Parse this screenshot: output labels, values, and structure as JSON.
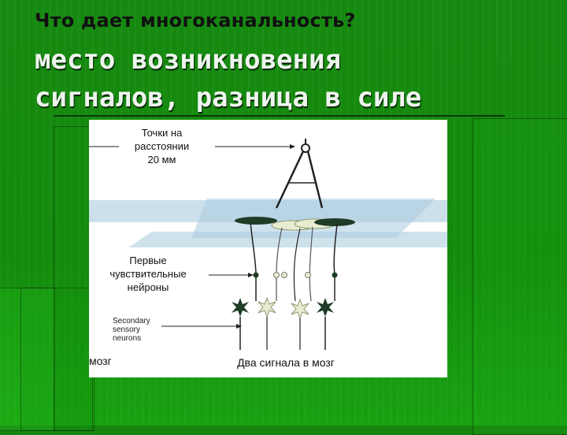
{
  "slide": {
    "title": "Что дает многоканальность?",
    "subtitle_line1": "место возникновения",
    "subtitle_line2": "сигналов, разница в силе"
  },
  "figure": {
    "label_points": [
      "Точки на",
      "расстоянии",
      "20 мм"
    ],
    "label_first_neurons": [
      "Первые",
      "чувствительные",
      "нейроны"
    ],
    "label_secondary": [
      "Secondary",
      "sensory",
      "neurons"
    ],
    "label_brain_left": "мозг",
    "label_two_signals": "Два сигнала в мозг"
  },
  "colors": {
    "background": "#17860f",
    "title_text": "#111111",
    "subtitle_text": "#eef4ee",
    "figure_bg": "#ffffff",
    "skin_plane": "#b9d6e6",
    "neuron_dark": "#1f3d26"
  }
}
